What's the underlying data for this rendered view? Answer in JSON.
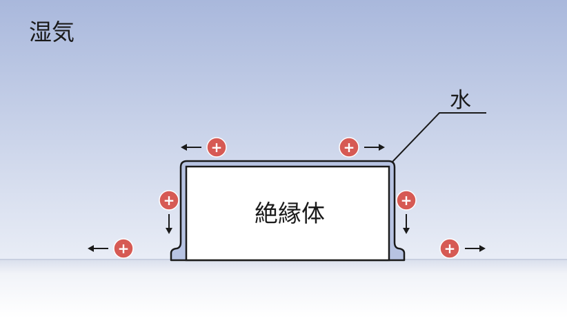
{
  "labels": {
    "humid_air": "湿気",
    "water": "水",
    "insulator": "絶縁体"
  },
  "charge_symbol": "+",
  "colors": {
    "sky_top": "#a9b8dc",
    "sky_bottom": "#e9edf6",
    "ground": "#f1f3f8",
    "insulator_fill": "#ffffff",
    "water_fill": "#b7c3e2",
    "outline": "#1a1a1a",
    "charge_fill": "#d65a54",
    "charge_text": "#ffffff"
  }
}
